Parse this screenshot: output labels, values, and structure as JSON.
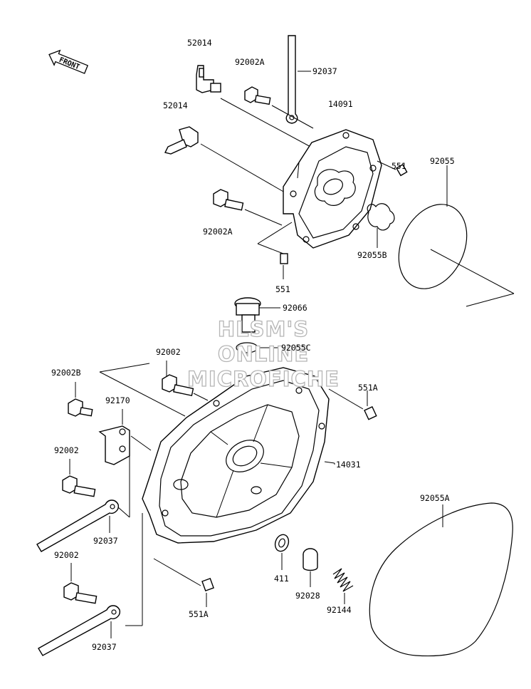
{
  "orientation": {
    "label": "FRONT"
  },
  "watermark": {
    "line1": "HLSM'S",
    "line2": "ONLINE",
    "line3": "MICROFICHE"
  },
  "parts": {
    "p52014_top": "52014",
    "p52014_mid": "52014",
    "p92002A_top": "92002A",
    "p92037_top": "92037",
    "p14091": "14091",
    "p551_right": "551",
    "p92055": "92055",
    "p92002A_left": "92002A",
    "p92055B": "92055B",
    "p551_bottom": "551",
    "p92066": "92066",
    "p92055C": "92055C",
    "p92002_top": "92002",
    "p92002B": "92002B",
    "p551A_right": "551A",
    "p92170": "92170",
    "p92002_mid": "92002",
    "p14031": "14031",
    "p92055A": "92055A",
    "p92037_mid": "92037",
    "p92002_low": "92002",
    "p411": "411",
    "p92028": "92028",
    "p92144": "92144",
    "p551A_bottom": "551A",
    "p92037_bottom": "92037"
  }
}
